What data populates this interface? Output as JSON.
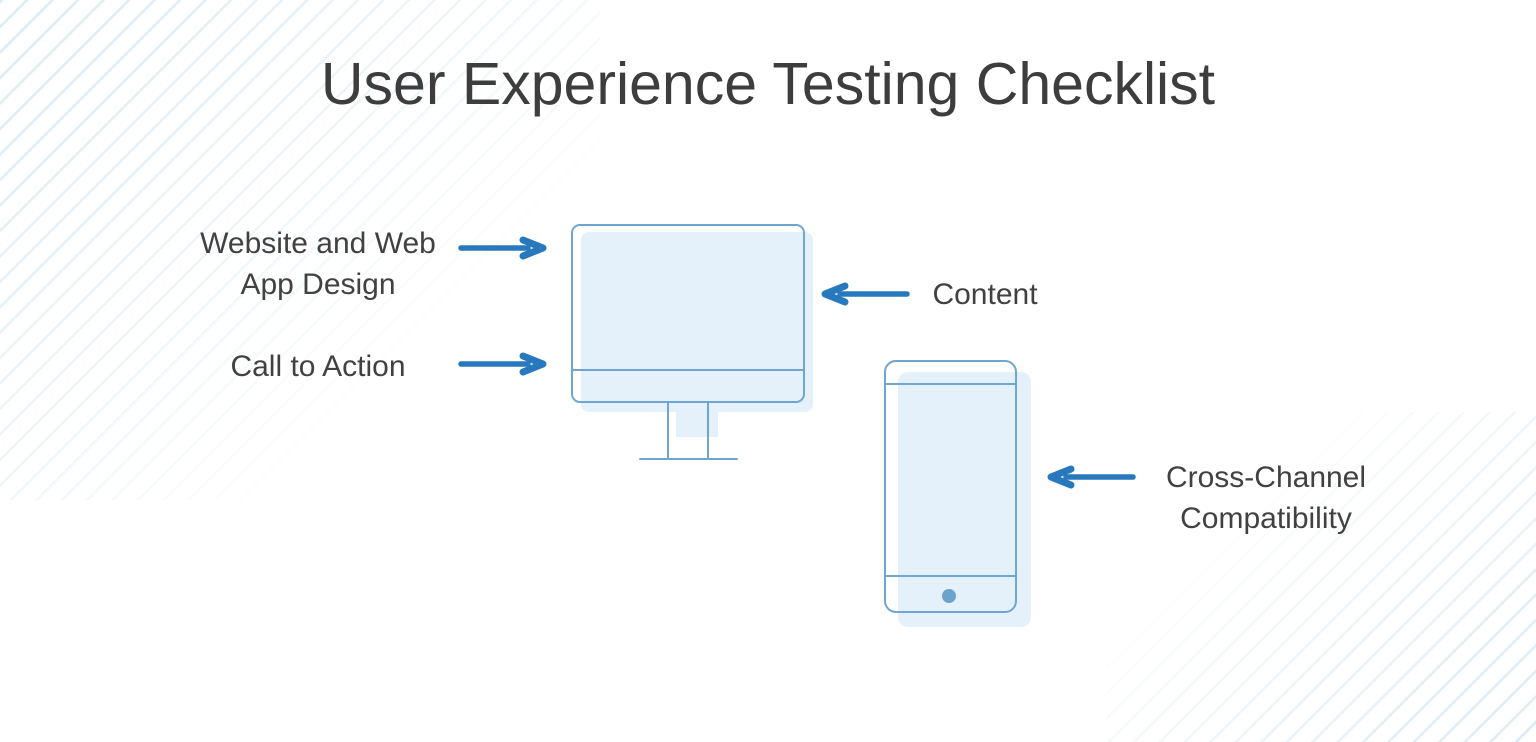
{
  "title": "User Experience Testing Checklist",
  "diagram": {
    "labels": {
      "website_line1": "Website and Web",
      "website_line2": "App Design",
      "cta": "Call to Action",
      "content": "Content",
      "cross_line1": "Cross-Channel",
      "cross_line2": "Compatibility"
    },
    "icons": {
      "monitor": "desktop-monitor-icon",
      "phone": "smartphone-icon",
      "arrow_right": "arrow-right-icon",
      "arrow_left": "arrow-left-icon",
      "stripes": "diagonal-stripes-decoration"
    }
  },
  "colors": {
    "arrow_blue": "#2878be",
    "device_outline": "#6fa6d1",
    "device_fill": "#e5f1fa",
    "home_button": "#6ba3cd",
    "text_dark": "#414141",
    "title_color": "#3d3d3d",
    "stripe_blue": "#d8e9f5",
    "background": "#ffffff"
  }
}
